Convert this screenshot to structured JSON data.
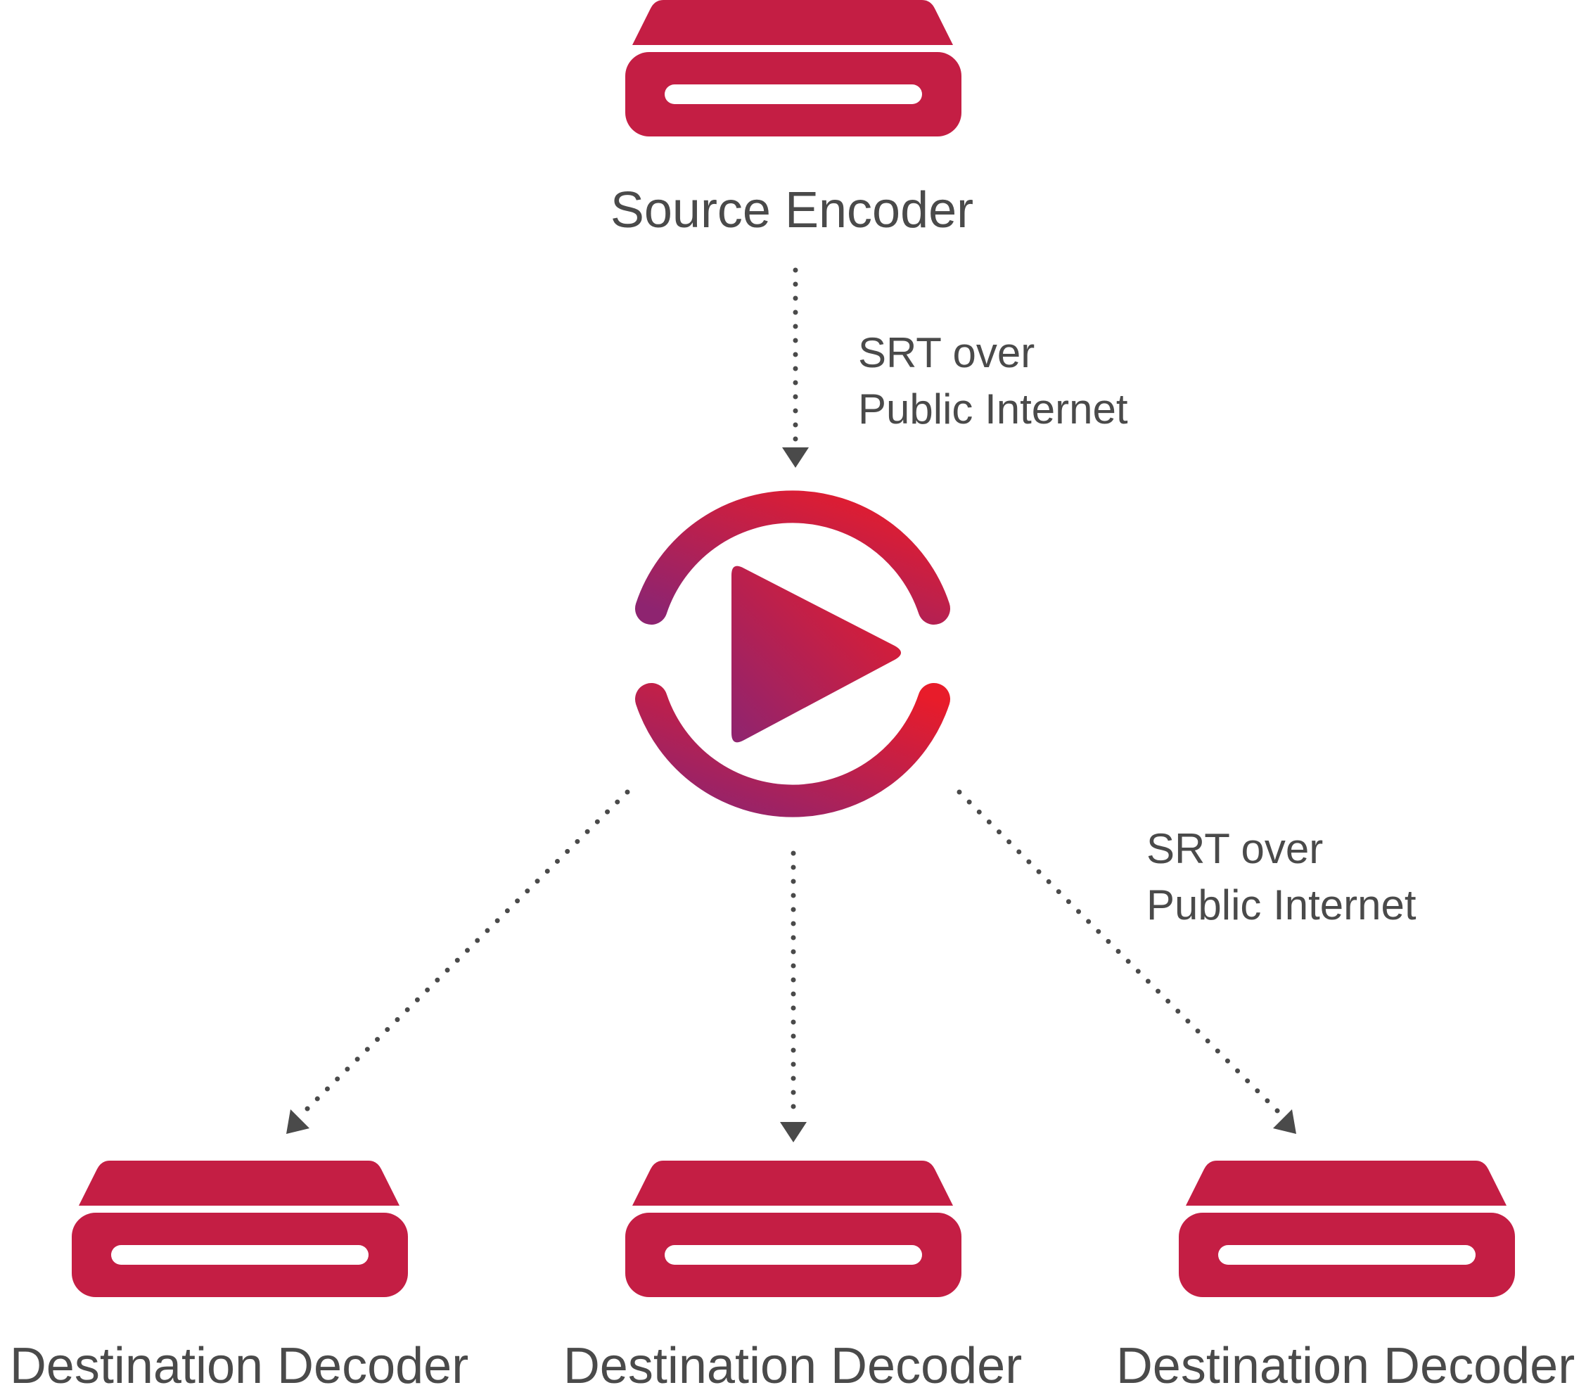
{
  "colors": {
    "device": "#c41e44",
    "text": "#4a4a4a",
    "gradient_start": "#e81c2a",
    "gradient_end": "#8e2470"
  },
  "icons": {
    "device": "server-device-icon",
    "hub": "play-refresh-icon"
  },
  "source": {
    "label": "Source Encoder"
  },
  "destinations": [
    {
      "label": "Destination Decoder"
    },
    {
      "label": "Destination Decoder"
    },
    {
      "label": "Destination Decoder"
    }
  ],
  "connections": {
    "upstream": {
      "line1": "SRT over",
      "line2": "Public Internet"
    },
    "downstream": {
      "line1": "SRT over",
      "line2": "Public Internet"
    }
  }
}
